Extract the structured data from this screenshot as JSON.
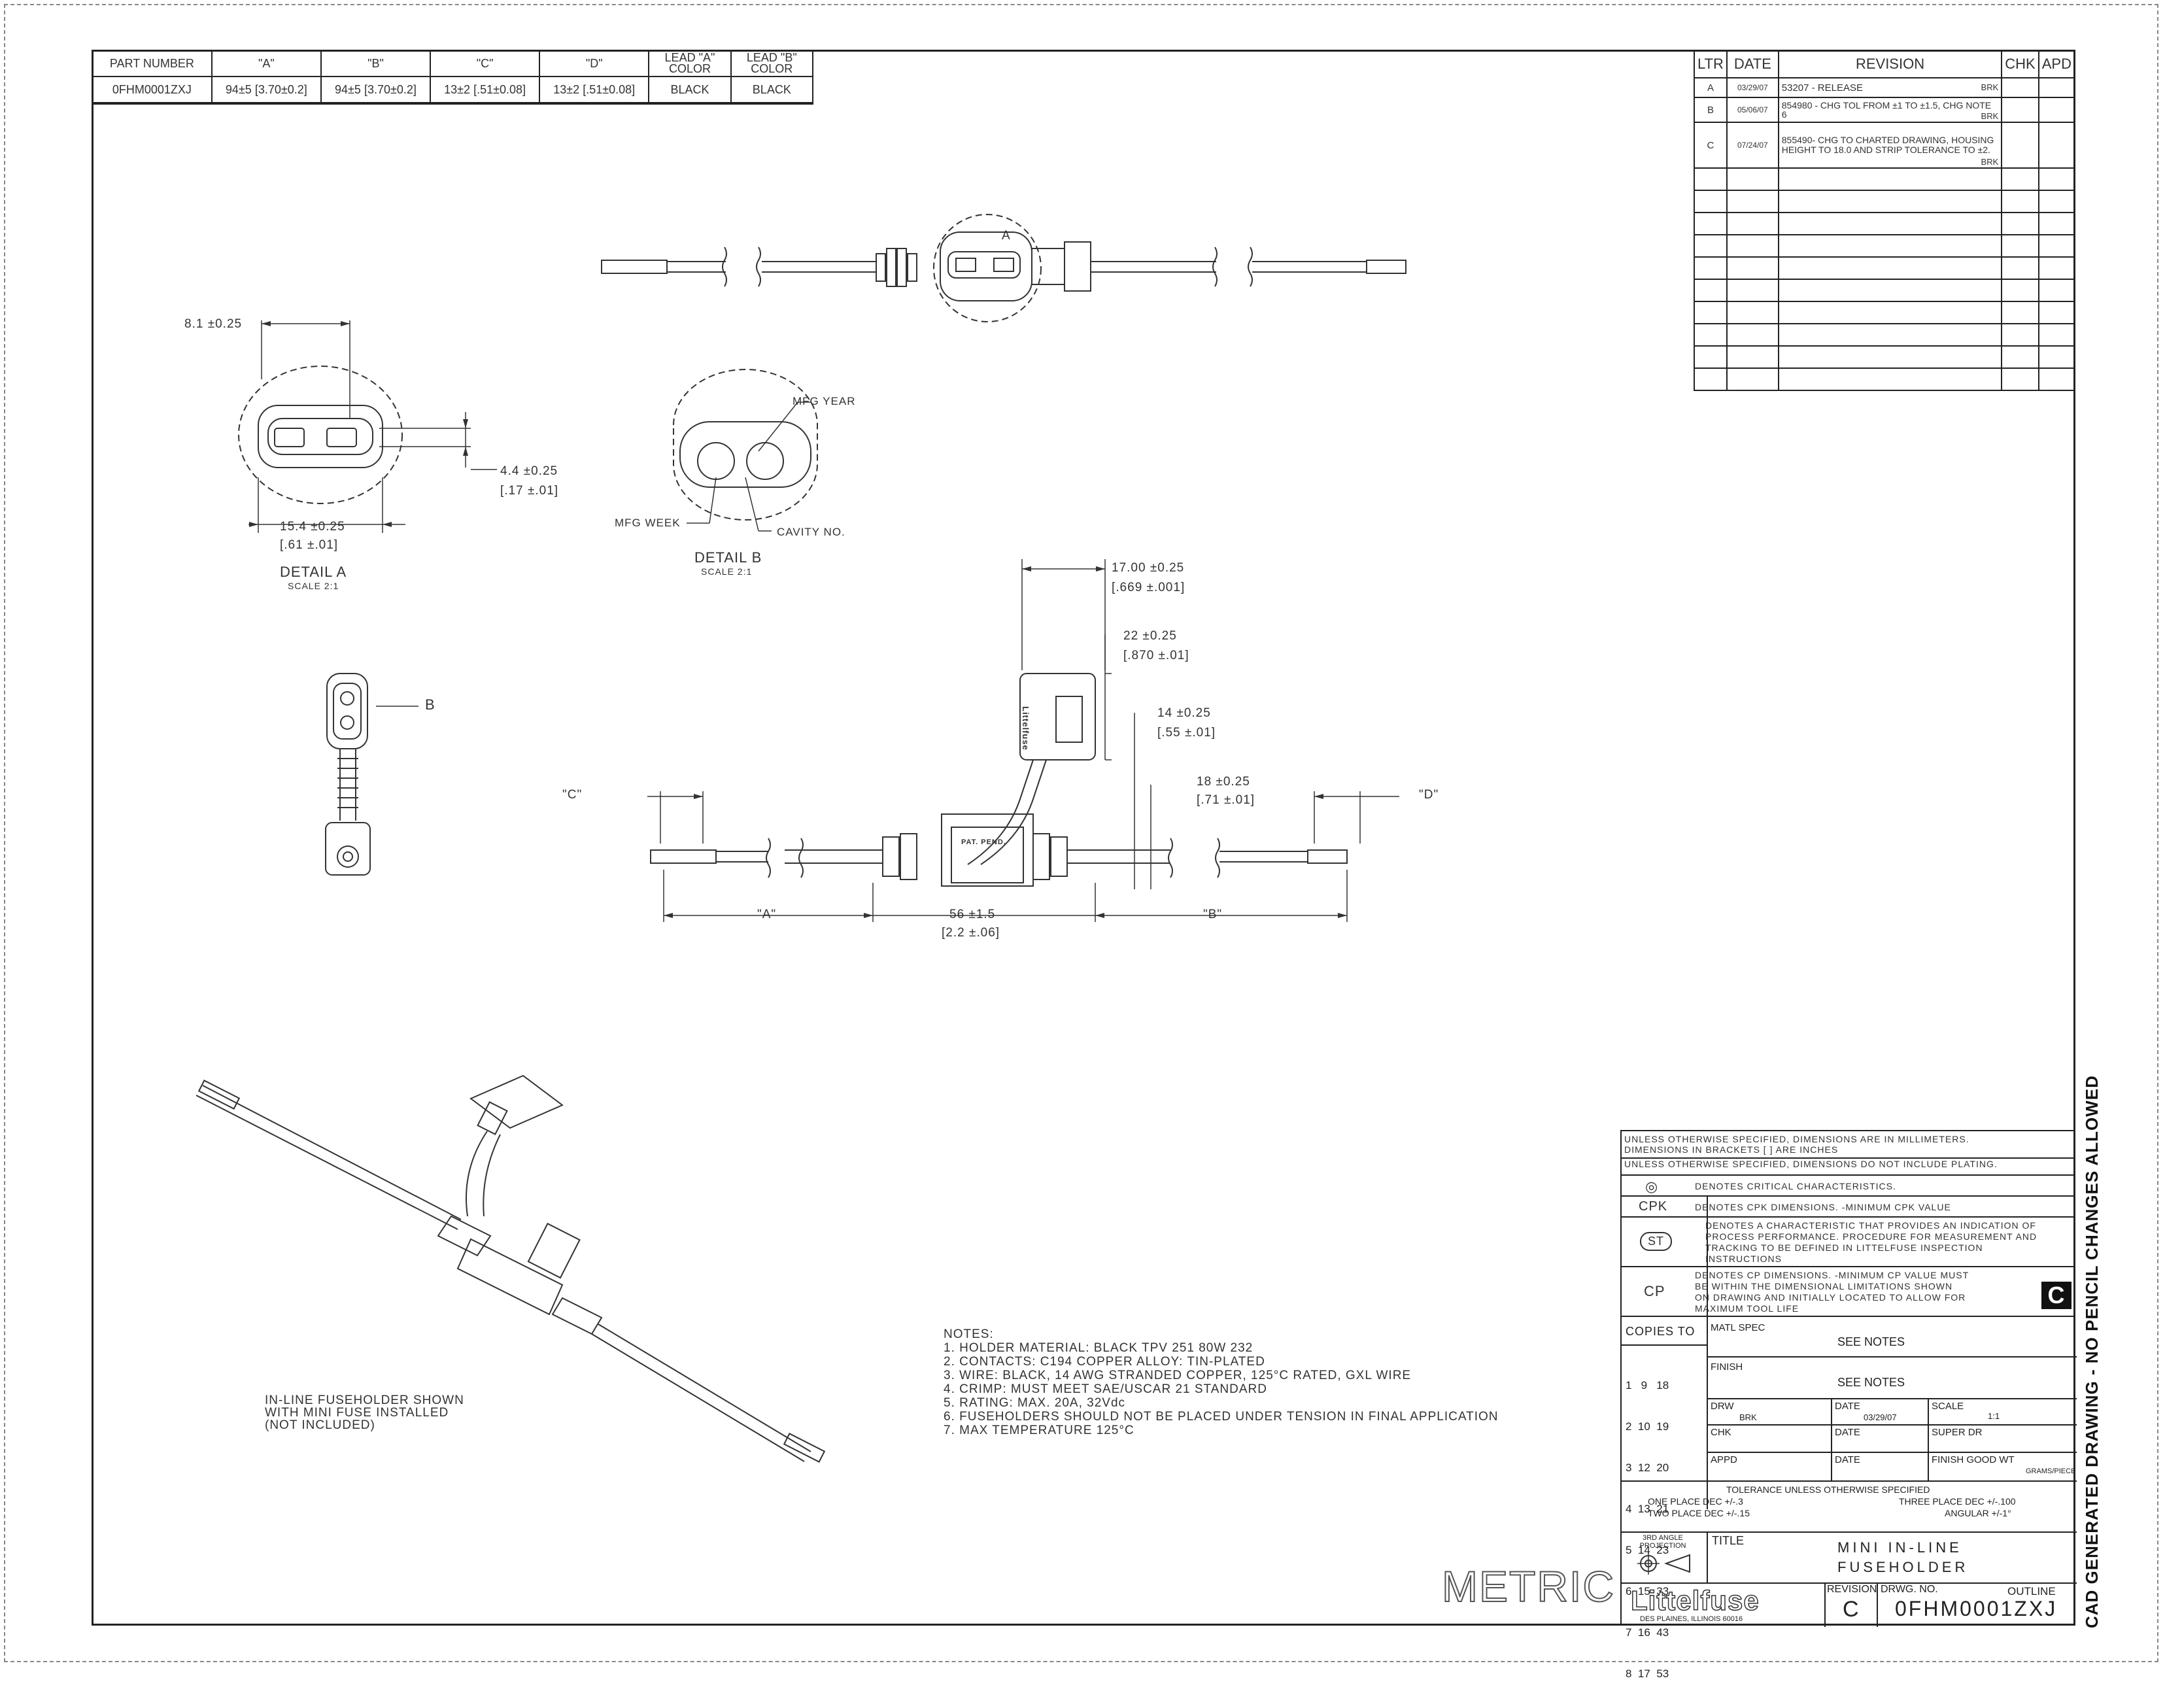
{
  "part_table": {
    "headers": [
      "PART NUMBER",
      "\"A\"",
      "\"B\"",
      "\"C\"",
      "\"D\"",
      "LEAD \"A\" COLOR",
      "LEAD \"B\" COLOR"
    ],
    "row": [
      "0FHM0001ZXJ",
      "94±5 [3.70±0.2]",
      "94±5 [3.70±0.2]",
      "13±2 [.51±0.08]",
      "13±2 [.51±0.08]",
      "BLACK",
      "BLACK"
    ]
  },
  "revision_table": {
    "headers": [
      "LTR",
      "DATE",
      "REVISION",
      "CHK",
      "APD"
    ],
    "rows": [
      {
        "ltr": "A",
        "date": "03/29/07",
        "revision": "53207 - RELEASE",
        "by": "BRK"
      },
      {
        "ltr": "B",
        "date": "05/06/07",
        "revision": "854980 - CHG TOL FROM ±1 TO ±1.5, CHG NOTE 6",
        "by": "BRK"
      },
      {
        "ltr": "C",
        "date": "07/24/07",
        "revision": "855490- CHG TO CHARTED DRAWING, HOUSING HEIGHT TO 18.0 AND STRIP TOLERANCE TO ±2.",
        "by": "BRK"
      }
    ],
    "empty_rows": 10
  },
  "top_view": {
    "label_a": "A"
  },
  "detail_a": {
    "title": "DETAIL A",
    "scale": "SCALE 2:1",
    "dim_top": "8.1 ±0.25",
    "dim_right": "4.4 ±0.25",
    "dim_right_inch": "[.17 ±.01]",
    "dim_bottom": "15.4 ±0.25",
    "dim_bottom_inch": "[.61 ±.01]"
  },
  "detail_b": {
    "title": "DETAIL B",
    "scale": "SCALE 2:1",
    "mfg_year": "MFG YEAR",
    "mfg_week": "MFG WEEK",
    "cavity": "CAVITY NO."
  },
  "end_view": {
    "label_b": "B"
  },
  "side_view": {
    "dim1": "17.00 ±0.25",
    "dim1_inch": "[.669 ±.001]",
    "dim2": "22 ±0.25",
    "dim2_inch": "[.870 ±.01]",
    "dim3": "14 ±0.25",
    "dim3_inch": "[.55 ±.01]",
    "dim4": "18 ±0.25",
    "dim4_inch": "[.71 ±.01]",
    "c": "\"C\"",
    "d": "\"D\"",
    "a": "\"A\"",
    "b": "\"B\"",
    "center": "56 ±1.5",
    "center_inch": "[2.2 ±.06]",
    "pat_pend": "PAT. PEND.",
    "brand": "Littelfuse"
  },
  "iso_caption": [
    "IN-LINE FUSEHOLDER SHOWN",
    "WITH MINI FUSE INSTALLED",
    "(NOT INCLUDED)"
  ],
  "notes": {
    "title": "NOTES:",
    "items": [
      "1.  HOLDER MATERIAL: BLACK TPV 251 80W 232",
      "2.  CONTACTS: C194 COPPER ALLOY:  TIN-PLATED",
      "3.  WIRE: BLACK, 14 AWG STRANDED COPPER, 125°C RATED, GXL WIRE",
      "4.  CRIMP: MUST MEET SAE/USCAR 21 STANDARD",
      "5.  RATING: MAX. 20A, 32Vdc",
      "6.  FUSEHOLDERS SHOULD NOT BE PLACED UNDER TENSION IN FINAL APPLICATION",
      "7.  MAX TEMPERATURE 125°C"
    ]
  },
  "title_block": {
    "unless1": "UNLESS OTHERWISE SPECIFIED, DIMENSIONS ARE IN MILLIMETERS.",
    "unless2": "DIMENSIONS IN BRACKETS [  ] ARE INCHES",
    "unless3": "UNLESS OTHERWISE SPECIFIED, DIMENSIONS DO NOT INCLUDE PLATING.",
    "critical": "DENOTES CRITICAL CHARACTERISTICS.",
    "cpk_sym": "CPK",
    "cpk": "DENOTES CPK DIMENSIONS. -MINIMUM CPK VALUE",
    "st_sym": "ST",
    "st": "DENOTES A CHARACTERISTIC THAT PROVIDES AN INDICATION OF PROCESS PERFORMANCE. PROCEDURE FOR MEASUREMENT AND TRACKING TO BE DEFINED IN LITTELFUSE INSPECTION INSTRUCTIONS",
    "cp_sym": "CP",
    "cp": "DENOTES CP DIMENSIONS. -MINIMUM CP VALUE MUST BE WITHIN THE DIMENSIONAL LIMITATIONS SHOWN ON DRAWING AND INITIALLY LOCATED TO ALLOW FOR MAXIMUM TOOL LIFE",
    "c_logo": "C",
    "copies_to": "COPIES TO",
    "copies_grid": [
      "1   9   18",
      "2  10  19",
      "3  12  20",
      "4  13  21",
      "5  14  23",
      "6  15  33",
      "7  16  43",
      "8  17  53"
    ],
    "matl_spec": "MATL SPEC",
    "matl_val": "SEE NOTES",
    "finish": "FINISH",
    "finish_val": "SEE NOTES",
    "drw": "DRW",
    "drw_val": "BRK",
    "date": "DATE",
    "date_val": "03/29/07",
    "scale": "SCALE",
    "scale_val": "1:1",
    "chk": "CHK",
    "date2": "DATE",
    "super_dr": "SUPER DR",
    "appd": "APPD",
    "date3": "DATE",
    "finish_wt": "FINISH GOOD WT",
    "grams": "GRAMS/PIECE",
    "tol_title": "TOLERANCE UNLESS OTHERWISE SPECIFIED",
    "tol1": "ONE PLACE DEC +/-.3",
    "tol2": "TWO PLACE DEC +/-.15",
    "tol3": "THREE PLACE DEC +/-.100",
    "tol4": "ANGULAR +/-1°",
    "proj": "3RD ANGLE PROJECTION",
    "title_lbl": "TITLE",
    "title1": "MINI IN-LINE",
    "title2": "FUSEHOLDER",
    "brand": "Littelfuse",
    "city": "DES PLAINES, ILLINOIS 60016",
    "revision_lbl": "REVISION",
    "revision_val": "C",
    "drwg_lbl": "DRWG. NO.",
    "outline": "OUTLINE",
    "drwg_val": "0FHM0001ZXJ"
  },
  "metric": "METRIC",
  "side_note": "CAD GENERATED DRAWING - NO PENCIL CHANGES ALLOWED"
}
